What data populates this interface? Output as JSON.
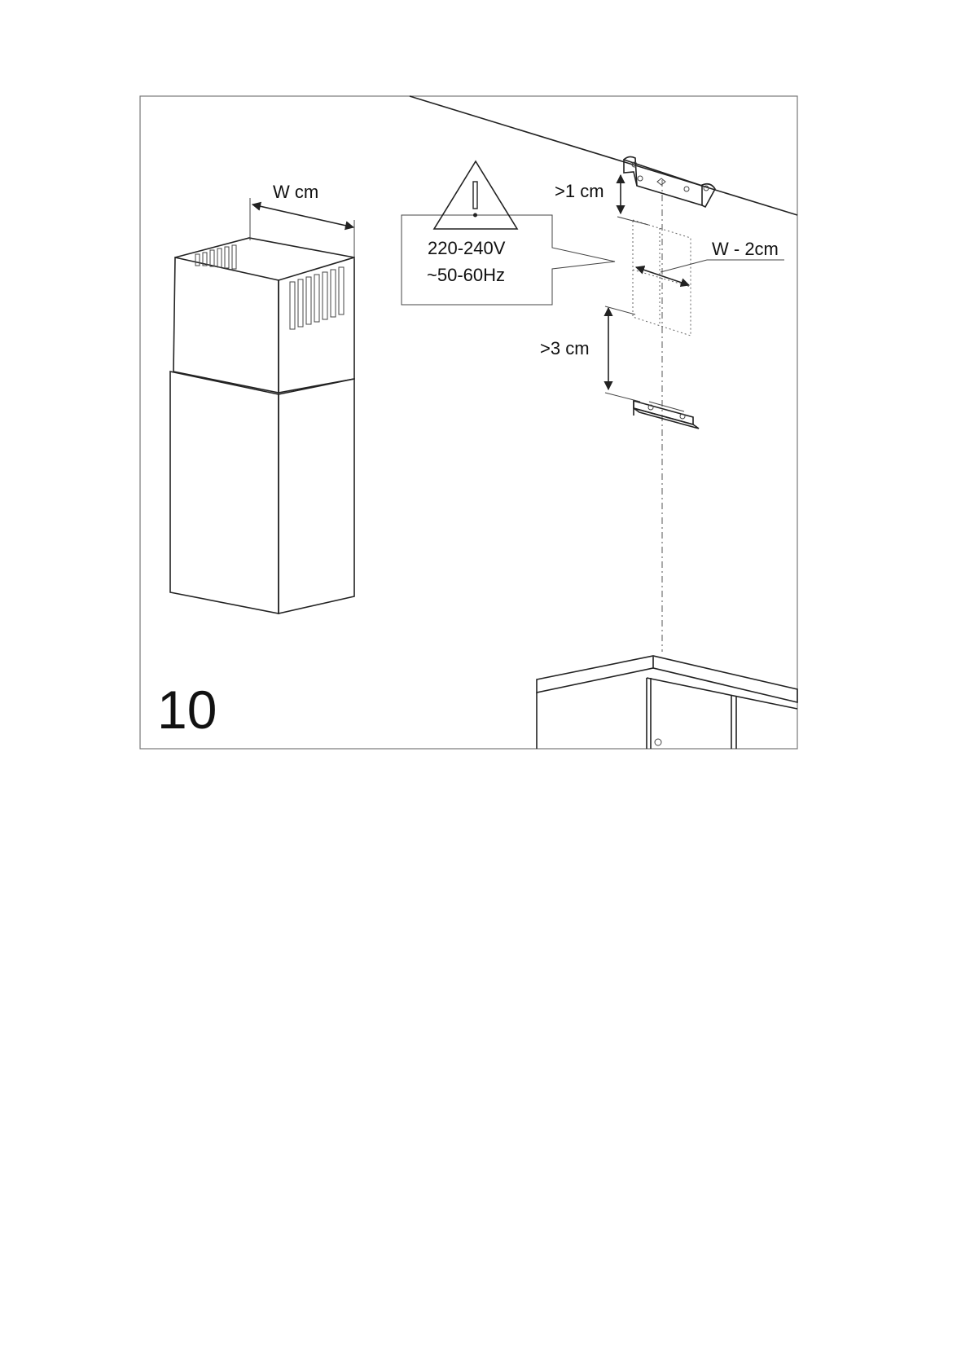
{
  "diagram": {
    "step_number": "10",
    "chimney_width_label": "W cm",
    "voltage_label": "220-240V",
    "frequency_label": "~50-60Hz",
    "top_clearance_label": ">1 cm",
    "bottom_clearance_label": ">3 cm",
    "socket_area_width_label": "W - 2cm",
    "warning_icon": "warning-triangle-icon"
  }
}
